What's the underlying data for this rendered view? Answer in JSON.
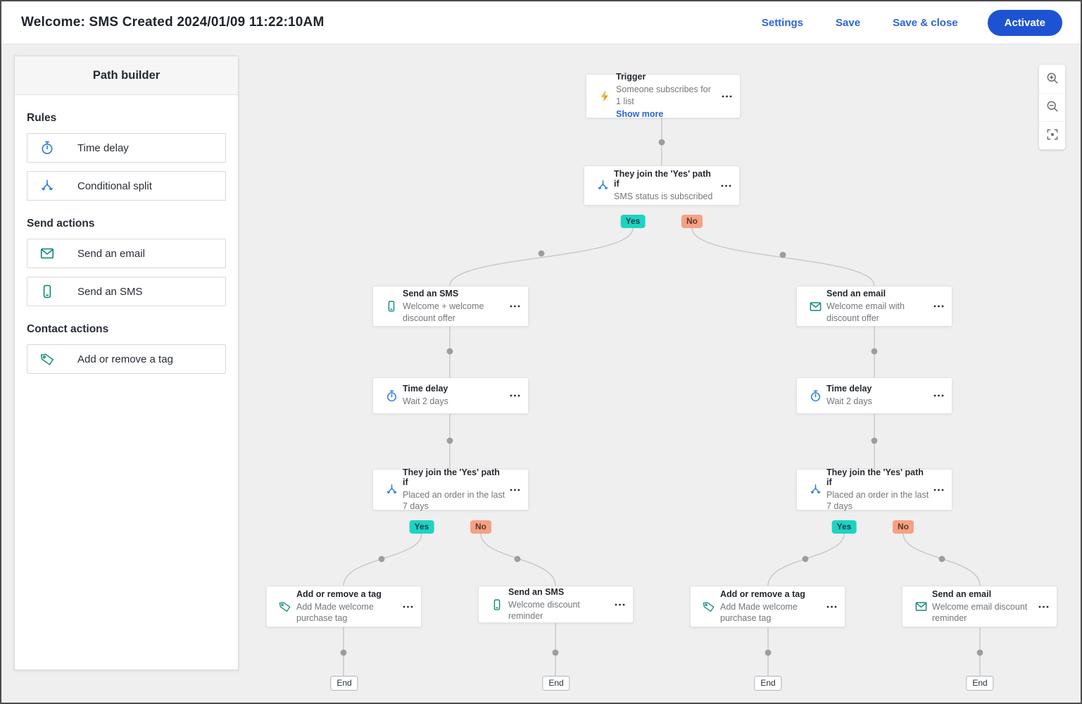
{
  "header": {
    "title": "Welcome: SMS Created 2024/01/09 11:22:10AM",
    "actions": {
      "settings": "Settings",
      "save": "Save",
      "save_close": "Save & close",
      "activate": "Activate"
    }
  },
  "sidebar": {
    "title": "Path builder",
    "sections": [
      {
        "heading": "Rules",
        "items": [
          {
            "label": "Time delay",
            "icon": "stopwatch-icon"
          },
          {
            "label": "Conditional split",
            "icon": "split-icon"
          }
        ]
      },
      {
        "heading": "Send actions",
        "items": [
          {
            "label": "Send an email",
            "icon": "email-icon"
          },
          {
            "label": "Send an SMS",
            "icon": "sms-icon"
          }
        ]
      },
      {
        "heading": "Contact actions",
        "items": [
          {
            "label": "Add or remove a tag",
            "icon": "tag-icon"
          }
        ]
      }
    ]
  },
  "flow": {
    "nodes": [
      {
        "title": "Trigger",
        "subtitle": "Someone subscribes for 1 list",
        "link": "Show more",
        "icon": "lightning-icon"
      },
      {
        "title": "They join the 'Yes' path if",
        "subtitle": "SMS status is subscribed",
        "icon": "split-icon"
      },
      {
        "title": "Send an SMS",
        "subtitle": "Welcome + welcome discount offer",
        "icon": "sms-icon"
      },
      {
        "title": "Time delay",
        "subtitle": "Wait 2 days",
        "icon": "stopwatch-icon"
      },
      {
        "title": "They join the 'Yes' path if",
        "subtitle": "Placed an order in the last 7 days",
        "icon": "split-icon"
      },
      {
        "title": "Add or remove a tag",
        "subtitle": "Add Made welcome purchase tag",
        "icon": "tag-icon"
      },
      {
        "title": "Send an SMS",
        "subtitle": "Welcome discount reminder",
        "icon": "sms-icon"
      },
      {
        "title": "Send an email",
        "subtitle": "Welcome email with discount offer",
        "icon": "email-icon"
      },
      {
        "title": "Time delay",
        "subtitle": "Wait 2 days",
        "icon": "stopwatch-icon"
      },
      {
        "title": "They join the 'Yes' path if",
        "subtitle": "Placed an order in the last 7 days",
        "icon": "split-icon"
      },
      {
        "title": "Add or remove a tag",
        "subtitle": "Add Made welcome purchase tag",
        "icon": "tag-icon"
      },
      {
        "title": "Send an email",
        "subtitle": "Welcome email discount reminder",
        "icon": "email-icon"
      }
    ],
    "labels": {
      "yes": "Yes",
      "no": "No",
      "end": "End"
    }
  },
  "colors": {
    "accent_blue": "#2e7de0",
    "accent_teal": "#11897c",
    "bolt_orange": "#f5a11e",
    "yes_badge": "#1dd3c2",
    "no_badge": "#f5a183",
    "link_blue": "#2b63d9",
    "activate_button": "#1d53d3",
    "canvas_bg": "#efefef"
  }
}
